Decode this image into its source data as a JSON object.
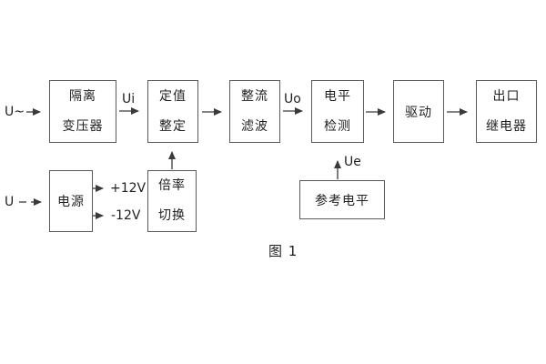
{
  "figure": {
    "caption": "图 1",
    "boxes": {
      "isolation_transformer": {
        "line1": "隔离",
        "line2": "变压器"
      },
      "setting_adjust": {
        "line1": "定值",
        "line2": "整定"
      },
      "rectifier_filter": {
        "line1": "整流",
        "line2": "滤波"
      },
      "level_detect": {
        "line1": "电平",
        "line2": "检测"
      },
      "driver": {
        "label": "驱动"
      },
      "output_relay": {
        "line1": "出口",
        "line2": "继电器"
      },
      "power_supply": {
        "label": "电源"
      },
      "ratio_switch": {
        "line1": "倍率",
        "line2": "切换"
      },
      "reference_level": {
        "label": "参考电平"
      }
    },
    "signals": {
      "ac_input": "U~",
      "dc_input": "U",
      "ui": "Ui",
      "uo": "Uo",
      "ue": "Ue",
      "plus_12v": "+12V",
      "minus_12v": "-12V"
    },
    "colors": {
      "background": "#ffffff",
      "box_border": "#5a5a5a",
      "line": "#3a3a3a",
      "text": "#1f1f1f"
    }
  }
}
